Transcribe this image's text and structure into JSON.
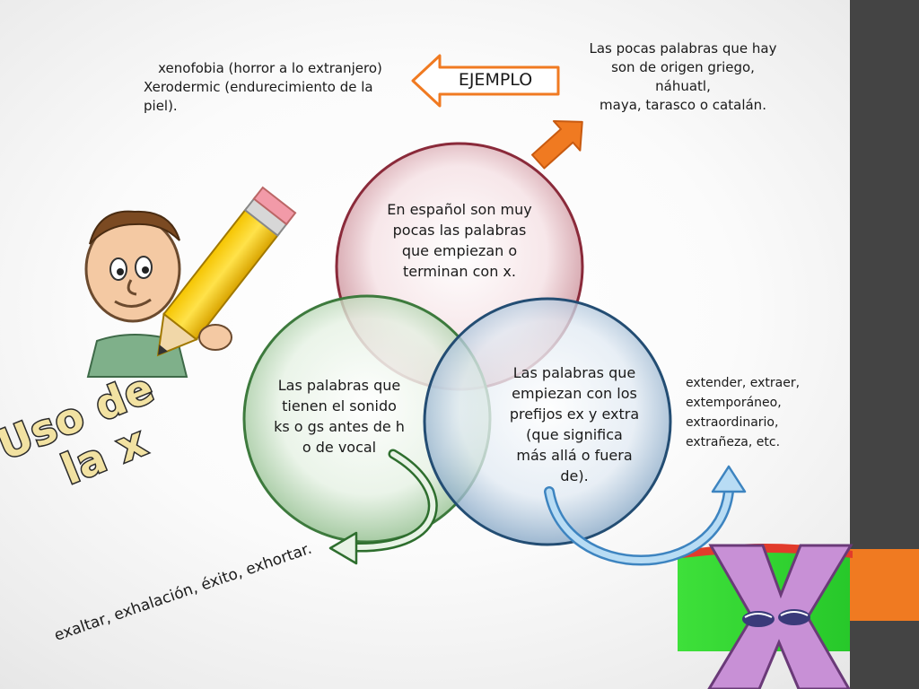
{
  "colors": {
    "accent_orange": "#f07a21",
    "sidebar_dark": "#444444",
    "circle_top_edge": "#8a2a3a",
    "circle_left_edge": "#3d7a3d",
    "circle_right_edge": "#234d73",
    "arrow_blue": "#6ab0e0",
    "arrow_green": "#4a9a4a"
  },
  "arrow_ejemplo": {
    "label": "EJEMPLO"
  },
  "notes": {
    "top_left": [
      "xenofobia (horror a lo extranjero)",
      "Xerodermic (endurecimiento de la",
      "piel)."
    ],
    "top_right": [
      "Las pocas palabras que hay",
      "son de origen griego,",
      "náhuatl,",
      "maya, tarasco o catalán."
    ],
    "right": [
      "extender, extraer,",
      "extemporáneo,",
      "extraordinario,",
      "extrañeza, etc."
    ],
    "bottom": "exaltar, exhalación, éxito, exhortar."
  },
  "circles": {
    "top": [
      "En español son muy",
      "pocas las palabras",
      "que empiezan o",
      "terminan con x."
    ],
    "left": [
      "Las palabras que",
      "tienen el sonido",
      "ks o gs antes de h",
      "o de vocal"
    ],
    "right": [
      "Las palabras que",
      "empiezan con los",
      "prefijos ex y extra",
      "(que significa",
      "más allá o fuera",
      "de)."
    ]
  },
  "title": [
    "Uso de",
    "la x"
  ],
  "icons": [
    "pencil-character-icon",
    "letter-x-character-icon"
  ]
}
